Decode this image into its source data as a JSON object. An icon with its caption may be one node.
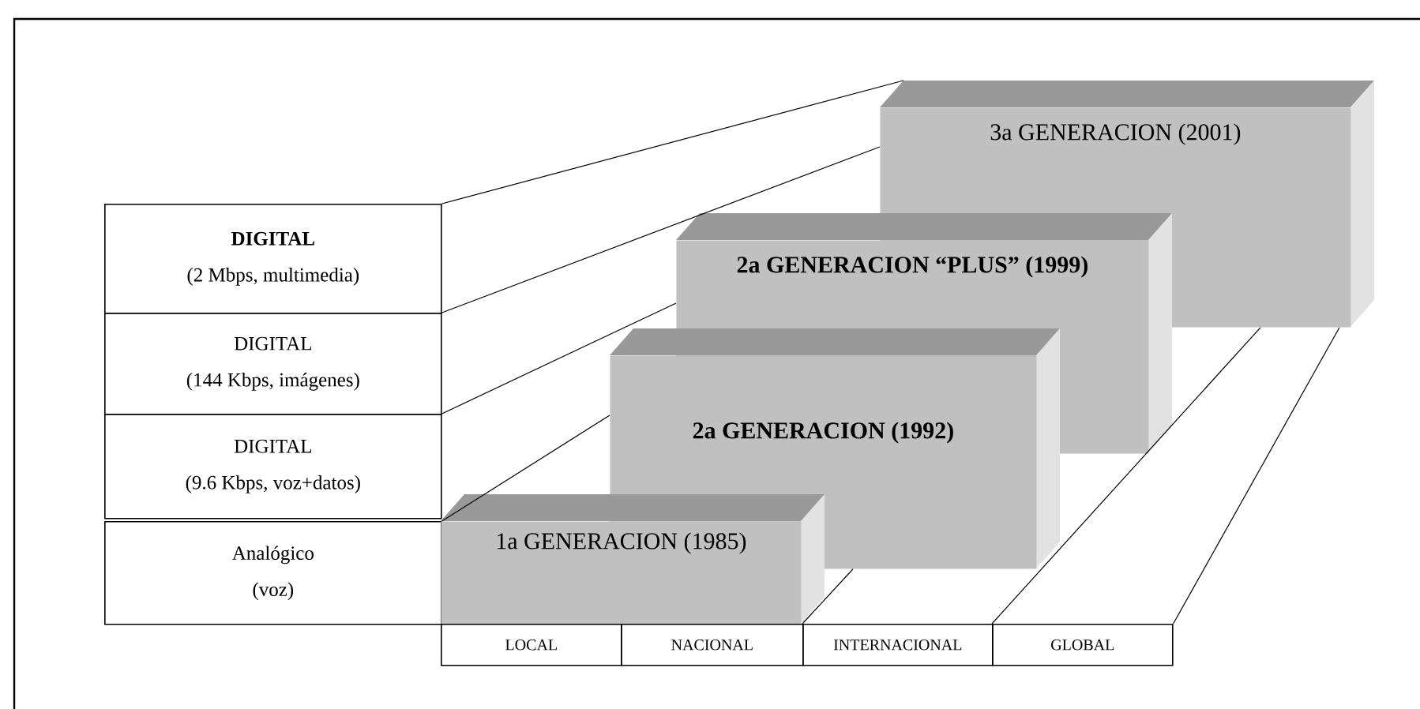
{
  "diagram": {
    "nodes": [
      {
        "text": [
          "DIGITAL",
          "(2 Mbps, multimedia)"
        ]
      },
      {
        "text": [
          "DIGITAL",
          "(144 Kbps, imágenes)"
        ]
      },
      {
        "text": [
          "DIGITAL",
          "(9.6 Kbps, voz+datos)"
        ]
      },
      {
        "text": [
          "Analógico",
          "(voz)"
        ]
      },
      {
        "text": [
          "3a GENERACION (2001)"
        ]
      },
      {
        "text": [
          "2a GENERACION “PLUS”  (1999)"
        ]
      },
      {
        "text": [
          "2a GENERACION (1992)"
        ]
      },
      {
        "text": [
          "1a GENERACION (1985)"
        ]
      },
      {
        "text": [
          "LOCAL"
        ]
      },
      {
        "text": [
          "NACIONAL"
        ]
      },
      {
        "text": [
          "INTERNACIONAL"
        ]
      },
      {
        "text": [
          "GLOBAL"
        ]
      }
    ],
    "edges": [
      {
        "from": 0,
        "to": 4,
        "arrow": "none"
      },
      {
        "from": 1,
        "to": 4,
        "arrow": "none"
      },
      {
        "from": 2,
        "to": 5,
        "arrow": "none"
      },
      {
        "from": 3,
        "to": 6,
        "arrow": "none"
      },
      {
        "from": 10,
        "to": 6,
        "arrow": "none"
      },
      {
        "from": 11,
        "to": 4,
        "arrow": "none"
      },
      {
        "from": 11,
        "to": 4,
        "arrow": "none"
      }
    ]
  }
}
